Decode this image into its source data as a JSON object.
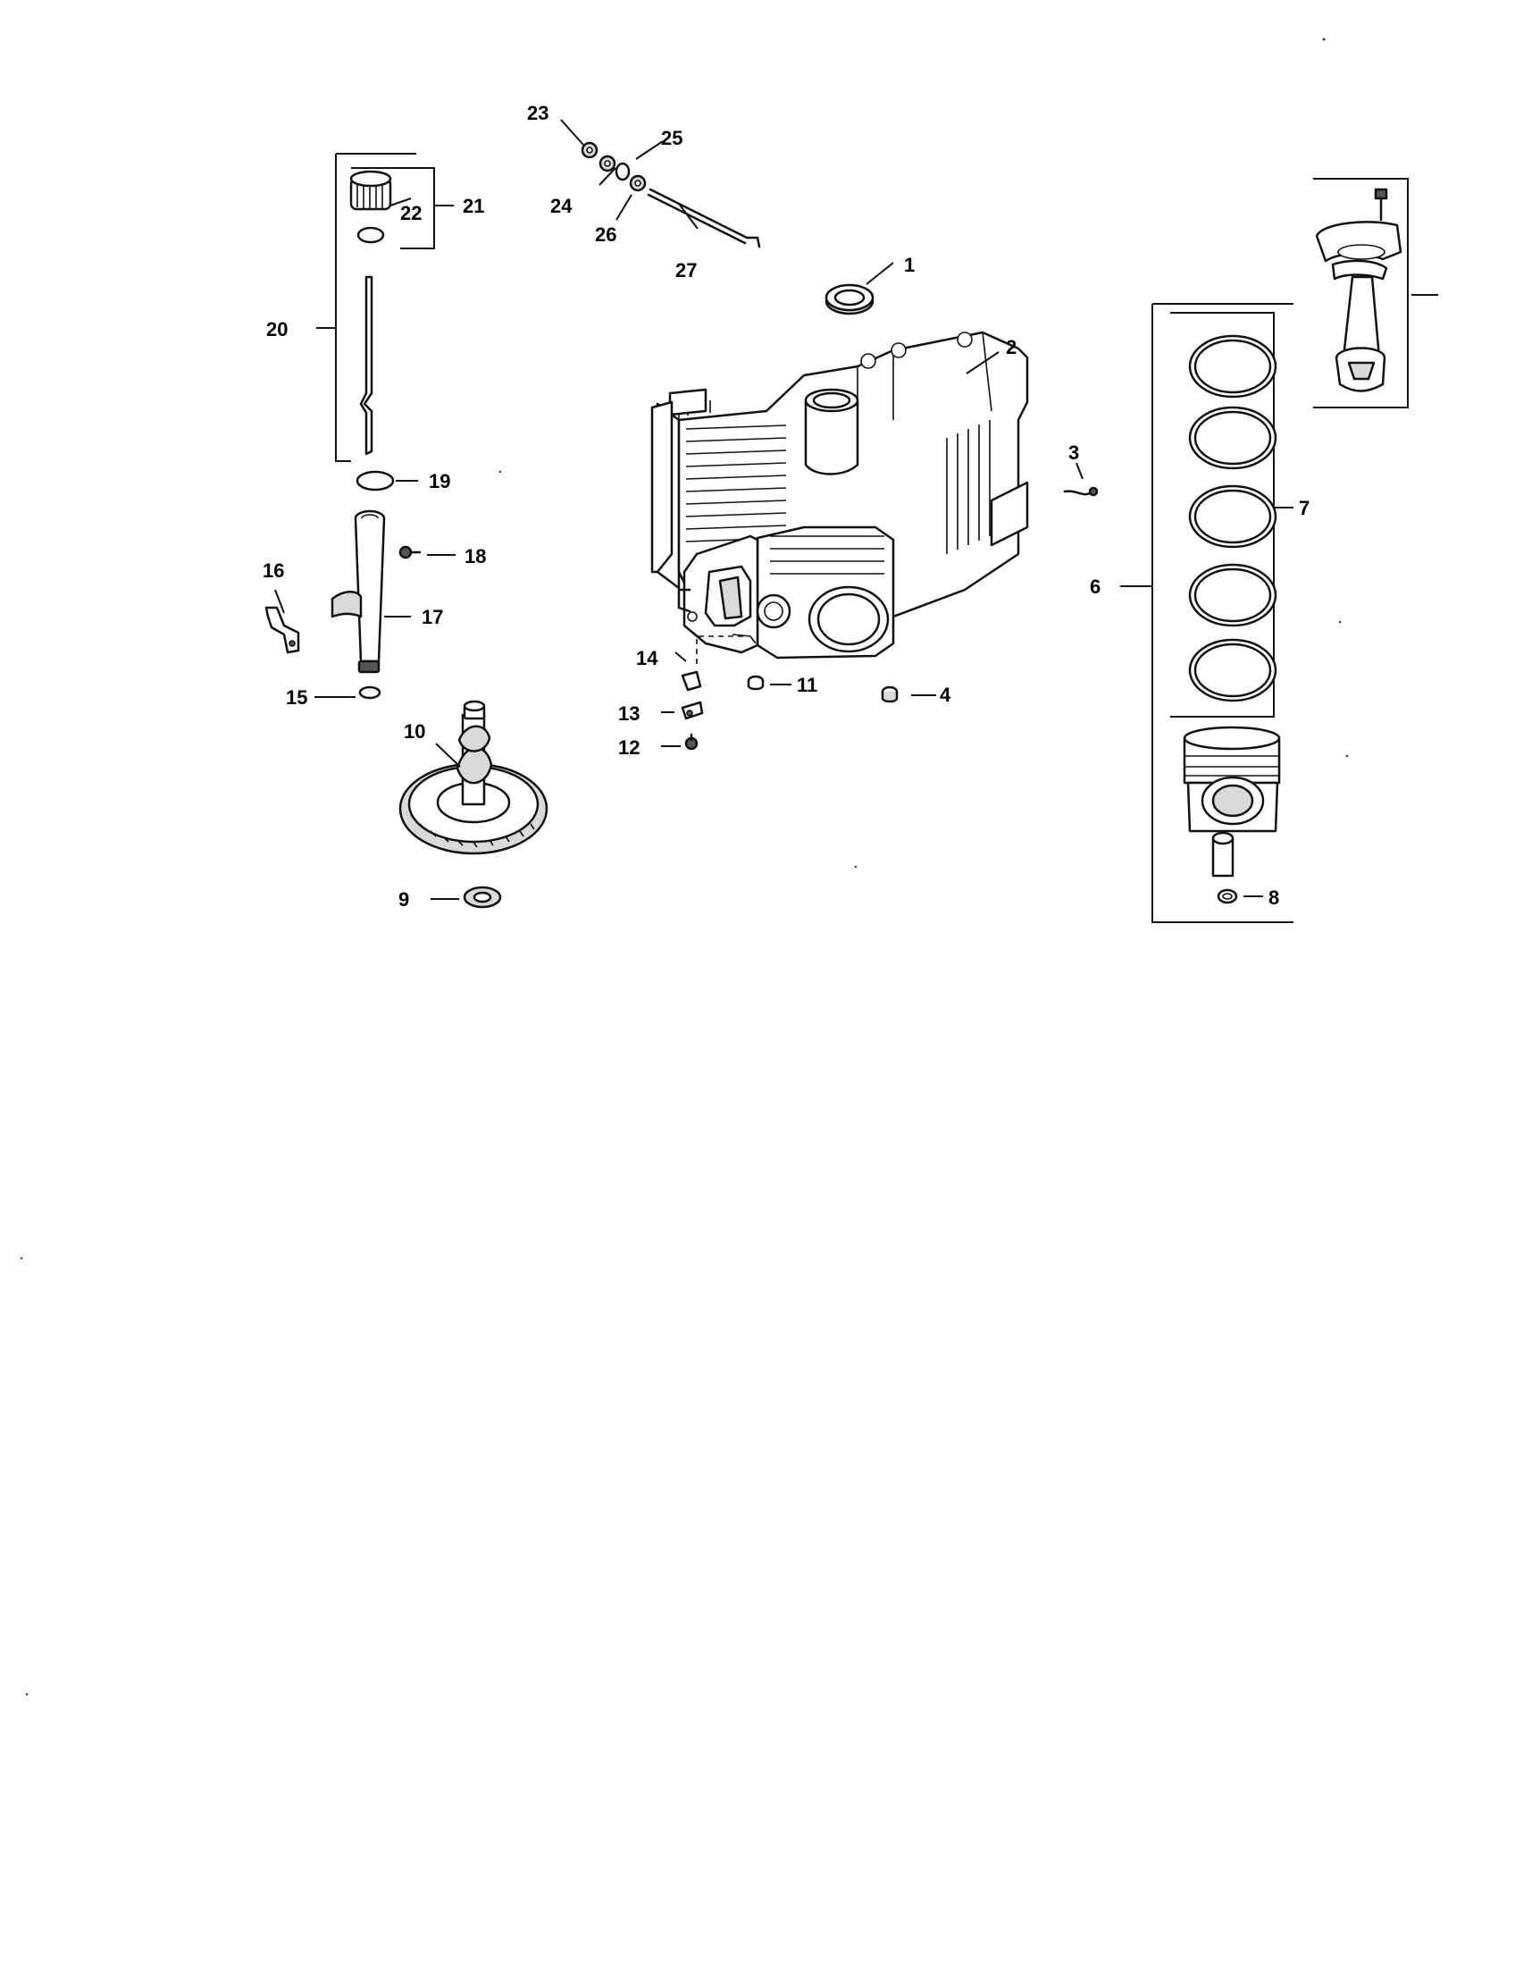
{
  "callouts": {
    "c1": "1",
    "c2": "2",
    "c3": "3",
    "c4": "4",
    "c6": "6",
    "c7": "7",
    "c8": "8",
    "c9": "9",
    "c10": "10",
    "c11": "11",
    "c12": "12",
    "c13": "13",
    "c14": "14",
    "c15": "15",
    "c16": "16",
    "c17": "17",
    "c18": "18",
    "c19": "19",
    "c20": "20",
    "c21": "21",
    "c22": "22",
    "c23": "23",
    "c24": "24",
    "c25": "25",
    "c26": "26",
    "c27": "27"
  }
}
